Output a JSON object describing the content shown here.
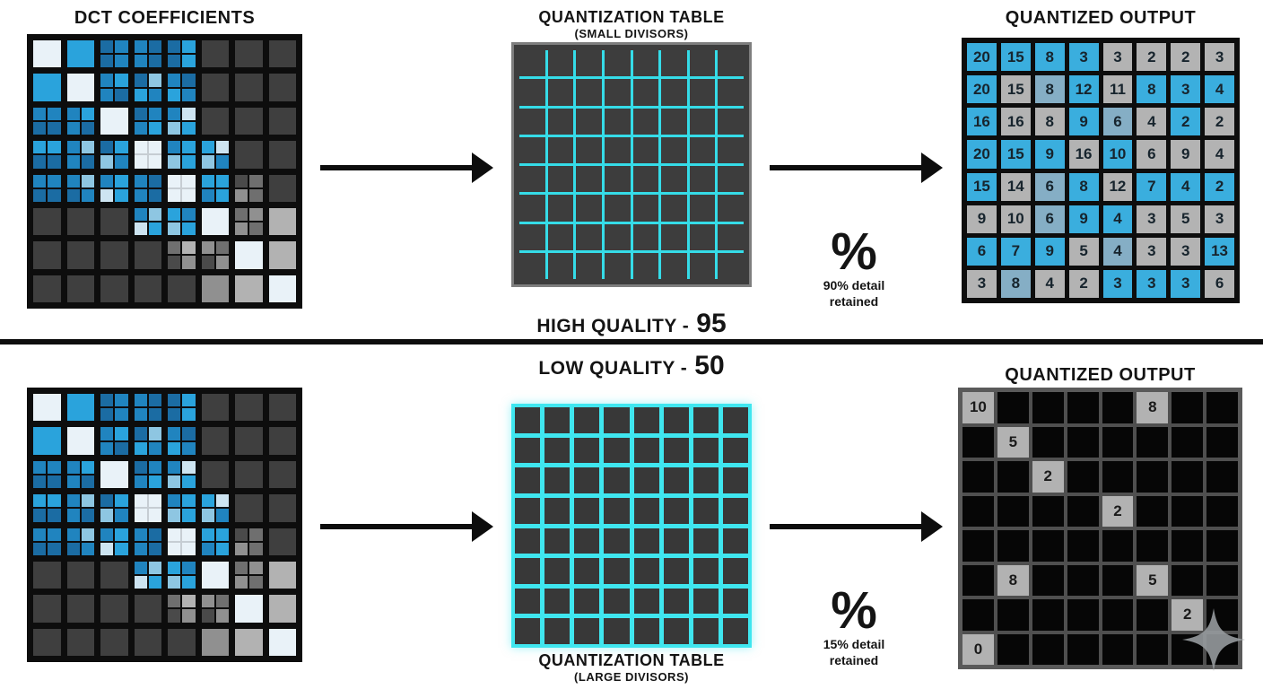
{
  "palette": {
    "W": "#e9f2f8",
    "B1": "#2aa3dc",
    "B2": "#2084bf",
    "B3": "#1b6ca3",
    "LB": "#8ec6e2",
    "VL": "#cde4f1",
    "DG": "#3f3f3f",
    "D2": "#4a4a4a",
    "MG": "#6f6f6f",
    "SG": "#909090",
    "LG": "#b2b2b2",
    "output_blue": "#3aaede",
    "output_gray": "#b3b3b3",
    "output_bluegray": "#85aec5",
    "cyan_thin": "#35dce8",
    "cyan_thick": "#3fe6ef",
    "black": "#0d0d0d"
  },
  "top": {
    "dct_title": "DCT COEFFICIENTS",
    "quant_title": "QUANTIZATION TABLE",
    "quant_subtitle": "(SMALL DIVISORS)",
    "output_title": "QUANTIZED OUTPUT",
    "quality_label": "HIGH QUALITY -",
    "quality_value": "95",
    "percent_symbol": "%",
    "percent_line1": "90% detail",
    "percent_line2": "retained"
  },
  "bottom": {
    "quant_title": "QUANTIZATION TABLE",
    "quant_subtitle": "(LARGE DIVISORS)",
    "output_title": "QUANTIZED OUTPUT",
    "quality_label": "LOW QUALITY -",
    "quality_value": "50",
    "percent_symbol": "%",
    "percent_line1": "15% detail",
    "percent_line2": "retained"
  },
  "grid_size": 8,
  "dct_grid": [
    [
      "W",
      "B1",
      [
        "B3",
        "B2",
        "B3",
        "B2"
      ],
      [
        "B2",
        "B3",
        "B2",
        "B3"
      ],
      [
        "B3",
        "B1",
        "B3",
        "B1"
      ],
      "DG",
      "DG",
      "DG"
    ],
    [
      "B1",
      "W",
      [
        "B2",
        "B1",
        "B2",
        "B3"
      ],
      [
        "B3",
        "LB",
        "B1",
        "B2"
      ],
      [
        "B2",
        "B3",
        "B1",
        "B2"
      ],
      "DG",
      "DG",
      "DG"
    ],
    [
      [
        "B2",
        "B2",
        "B3",
        "B3"
      ],
      [
        "B2",
        "B1",
        "B2",
        "B3"
      ],
      "W",
      [
        "B3",
        "B2",
        "B2",
        "B1"
      ],
      [
        "B2",
        "VL",
        "LB",
        "B1"
      ],
      "DG",
      "DG",
      "DG"
    ],
    [
      [
        "B1",
        "B1",
        "B3",
        "B3"
      ],
      [
        "B2",
        "LB",
        "B2",
        "B3"
      ],
      [
        "B3",
        "B1",
        "LB",
        "B2"
      ],
      [
        "W",
        "W",
        "W",
        "W"
      ],
      [
        "B2",
        "B1",
        "LB",
        "B1"
      ],
      [
        "B1",
        "VL",
        "LB",
        "B2"
      ],
      "DG",
      "DG"
    ],
    [
      [
        "B2",
        "B2",
        "B3",
        "B3"
      ],
      [
        "B2",
        "LB",
        "B3",
        "B2"
      ],
      [
        "B2",
        "B1",
        "VL",
        "B1"
      ],
      [
        "B2",
        "B3",
        "B2",
        "B3"
      ],
      [
        "W",
        "W",
        "W",
        "W"
      ],
      [
        "B1",
        "B1",
        "B2",
        "B1"
      ],
      [
        "D2",
        "MG",
        "SG",
        "MG"
      ],
      "DG"
    ],
    [
      "DG",
      "DG",
      "DG",
      [
        "B2",
        "LB",
        "VL",
        "B1"
      ],
      [
        "B1",
        "B2",
        "LB",
        "B1"
      ],
      "W",
      [
        "MG",
        "SG",
        "SG",
        "MG"
      ],
      "LG"
    ],
    [
      "DG",
      "DG",
      "DG",
      "DG",
      [
        "MG",
        "LG",
        "D2",
        "SG"
      ],
      [
        "SG",
        "MG",
        "D2",
        "SG"
      ],
      "W",
      "LG"
    ],
    [
      "DG",
      "DG",
      "DG",
      "DG",
      "DG",
      "SG",
      "LG",
      "W"
    ]
  ],
  "output_high": [
    [
      [
        "20",
        "b"
      ],
      [
        "15",
        "b"
      ],
      [
        "8",
        "b"
      ],
      [
        "3",
        "b"
      ],
      [
        "3",
        "g"
      ],
      [
        "2",
        "g"
      ],
      [
        "2",
        "g"
      ],
      [
        "3",
        "g"
      ]
    ],
    [
      [
        "20",
        "b"
      ],
      [
        "15",
        "g"
      ],
      [
        "8",
        "x"
      ],
      [
        "12",
        "b"
      ],
      [
        "11",
        "g"
      ],
      [
        "8",
        "b"
      ],
      [
        "3",
        "b"
      ],
      [
        "4",
        "b"
      ]
    ],
    [
      [
        "16",
        "b"
      ],
      [
        "16",
        "g"
      ],
      [
        "8",
        "g"
      ],
      [
        "9",
        "b"
      ],
      [
        "6",
        "x"
      ],
      [
        "4",
        "g"
      ],
      [
        "2",
        "b"
      ],
      [
        "2",
        "g"
      ]
    ],
    [
      [
        "20",
        "b"
      ],
      [
        "15",
        "b"
      ],
      [
        "9",
        "b"
      ],
      [
        "16",
        "g"
      ],
      [
        "10",
        "b"
      ],
      [
        "6",
        "g"
      ],
      [
        "9",
        "g"
      ],
      [
        "4",
        "g"
      ]
    ],
    [
      [
        "15",
        "b"
      ],
      [
        "14",
        "g"
      ],
      [
        "6",
        "x"
      ],
      [
        "8",
        "b"
      ],
      [
        "12",
        "g"
      ],
      [
        "7",
        "b"
      ],
      [
        "4",
        "b"
      ],
      [
        "2",
        "b"
      ]
    ],
    [
      [
        "9",
        "g"
      ],
      [
        "10",
        "g"
      ],
      [
        "6",
        "x"
      ],
      [
        "9",
        "b"
      ],
      [
        "4",
        "b"
      ],
      [
        "3",
        "g"
      ],
      [
        "5",
        "g"
      ],
      [
        "3",
        "g"
      ]
    ],
    [
      [
        "6",
        "b"
      ],
      [
        "7",
        "b"
      ],
      [
        "9",
        "b"
      ],
      [
        "5",
        "g"
      ],
      [
        "4",
        "x"
      ],
      [
        "3",
        "g"
      ],
      [
        "3",
        "g"
      ],
      [
        "13",
        "b"
      ]
    ],
    [
      [
        "3",
        "g"
      ],
      [
        "8",
        "x"
      ],
      [
        "4",
        "g"
      ],
      [
        "2",
        "g"
      ],
      [
        "3",
        "b"
      ],
      [
        "3",
        "b"
      ],
      [
        "3",
        "b"
      ],
      [
        "6",
        "g"
      ]
    ]
  ],
  "output_low": [
    [
      "10",
      null,
      null,
      null,
      null,
      "8",
      null,
      null
    ],
    [
      null,
      "5",
      null,
      null,
      null,
      null,
      null,
      null
    ],
    [
      null,
      null,
      "2",
      null,
      null,
      null,
      null,
      null
    ],
    [
      null,
      null,
      null,
      null,
      "2",
      null,
      null,
      null
    ],
    [
      null,
      null,
      null,
      null,
      null,
      null,
      null,
      null
    ],
    [
      null,
      "8",
      null,
      null,
      null,
      "5",
      null,
      null
    ],
    [
      null,
      null,
      null,
      null,
      null,
      null,
      "2",
      null
    ],
    [
      "0",
      null,
      null,
      null,
      null,
      null,
      null,
      null
    ]
  ]
}
